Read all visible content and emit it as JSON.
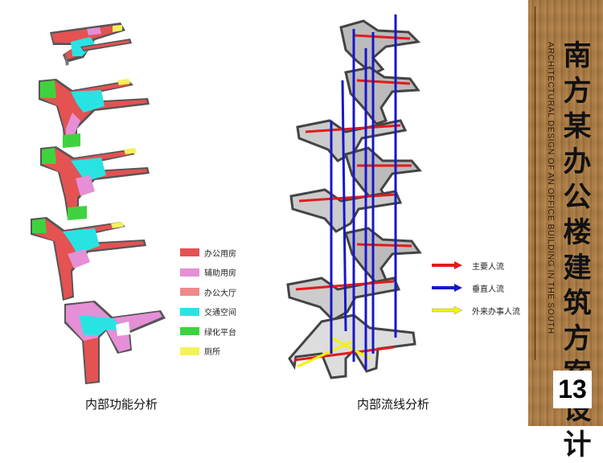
{
  "sidebar": {
    "title_cn": "南方某办公楼建筑方案设计",
    "title_en": "ARCHITECTURAL DESIGN OF AN OFFICE BUILDING IN THE SOUTH",
    "page_number": "13"
  },
  "left_panel": {
    "caption": "内部功能分析",
    "legend": [
      {
        "label": "办公用房",
        "color": "#e45252"
      },
      {
        "label": "辅助用房",
        "color": "#e58fd6"
      },
      {
        "label": "办公大厅",
        "color": "#ee8a8a"
      },
      {
        "label": "交通空间",
        "color": "#29e3e3"
      },
      {
        "label": "绿化平台",
        "color": "#3ed33e"
      },
      {
        "label": "厕所",
        "color": "#f2f25a"
      }
    ]
  },
  "right_panel": {
    "caption": "内部流线分析",
    "legend": [
      {
        "label": "主要人流",
        "color": "#e21b1b"
      },
      {
        "label": "垂直人流",
        "color": "#1717c9"
      },
      {
        "label": "外来办事人流",
        "color": "#f3f300"
      }
    ]
  }
}
